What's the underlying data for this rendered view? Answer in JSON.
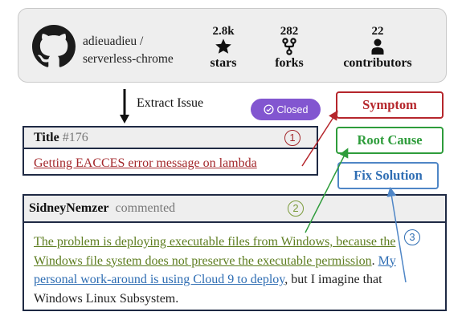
{
  "repo": {
    "owner_line": "adieuadieu /",
    "name_line": "serverless-chrome",
    "stats": [
      {
        "value": "2.8k",
        "label": "stars",
        "icon": "star-icon"
      },
      {
        "value": "282",
        "label": "forks",
        "icon": "fork-icon"
      },
      {
        "value": "22",
        "label": "contributors",
        "icon": "person-icon"
      }
    ]
  },
  "flow": {
    "extract_label": "Extract Issue"
  },
  "status_badge": {
    "label": "Closed",
    "color": "#8256d0"
  },
  "issue": {
    "title_label": "Title",
    "number": "#176",
    "title_text": "Getting EACCES error message on lambda",
    "marker": "1"
  },
  "comment": {
    "author": "SidneyNemzer",
    "action": "commented",
    "marker": "2",
    "root_cause_text": "The problem is deploying executable files from Windows, because the Windows file system does not preserve the executable permission",
    "sep1": ". ",
    "fix_text": "My personal work-around is using Cloud 9 to deploy",
    "rest_text": ", but I imagine that Windows Linux Subsystem."
  },
  "fix_marker": "3",
  "tags": {
    "symptom": "Symptom",
    "root_cause": "Root Cause",
    "fix_solution": "Fix Solution"
  },
  "colors": {
    "symptom": "#b5262c",
    "root_cause": "#2e9c3b",
    "fix_solution": "#2e6db3",
    "box_border": "#1f2a44"
  }
}
